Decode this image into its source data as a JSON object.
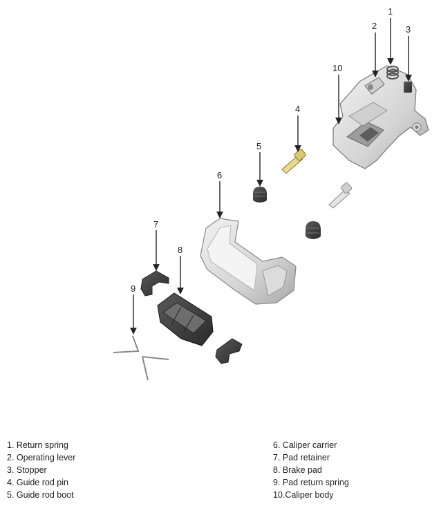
{
  "callouts": [
    "1",
    "2",
    "3",
    "4",
    "5",
    "6",
    "7",
    "8",
    "9",
    "10"
  ],
  "legend_left": [
    "1. Return spring",
    "2. Operating lever",
    "3. Stopper",
    "4. Guide rod pin",
    "5. Guide rod boot"
  ],
  "legend_right": [
    "6. Caliper carrier",
    "7. Pad retainer",
    "8. Brake pad",
    "9. Pad return spring",
    "10.Caliper body"
  ],
  "colors": {
    "metal_light": "#e6e6e6",
    "metal_mid": "#bdbdbd",
    "metal_dark": "#8a8a8a",
    "rubber": "#3a3a3a",
    "line": "#222222"
  }
}
